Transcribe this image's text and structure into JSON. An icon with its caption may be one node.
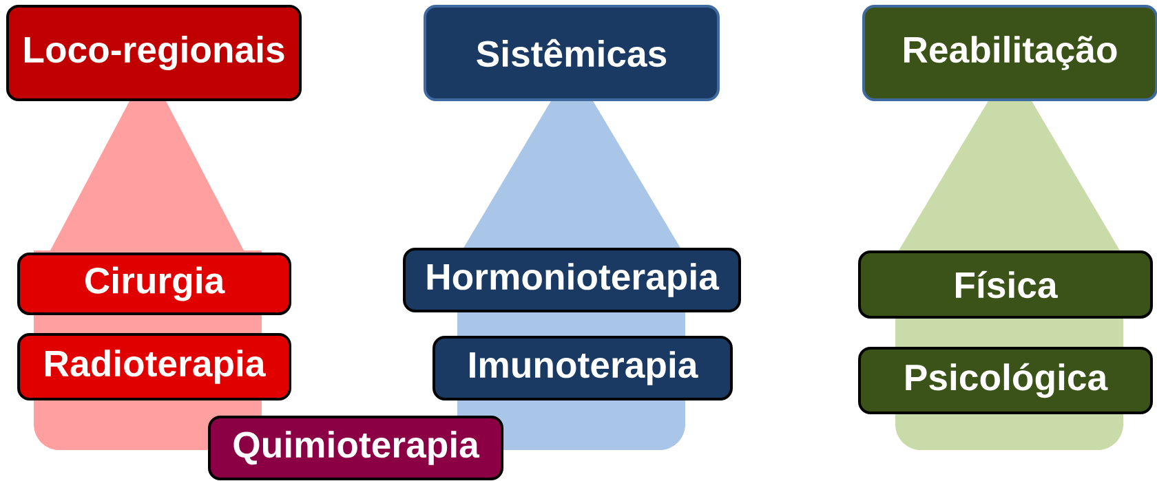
{
  "diagram": {
    "nodes": [
      {
        "text": [
          "Loco-regionais"
        ]
      },
      {
        "text": [
          "Sistêmicas"
        ]
      },
      {
        "text": [
          "Reabilitação"
        ]
      },
      {
        "text": [
          "Cirurgia"
        ]
      },
      {
        "text": [
          "Radioterapia"
        ]
      },
      {
        "text": [
          "Quimioterapia"
        ]
      },
      {
        "text": [
          "Hormonioterapia"
        ]
      },
      {
        "text": [
          "Imunoterapia"
        ]
      },
      {
        "text": [
          "Física"
        ]
      },
      {
        "text": [
          "Psicológica"
        ]
      },
      {
        "text": [],
        "shape": "funnel"
      },
      {
        "text": [],
        "shape": "funnel"
      },
      {
        "text": [],
        "shape": "funnel"
      }
    ]
  }
}
